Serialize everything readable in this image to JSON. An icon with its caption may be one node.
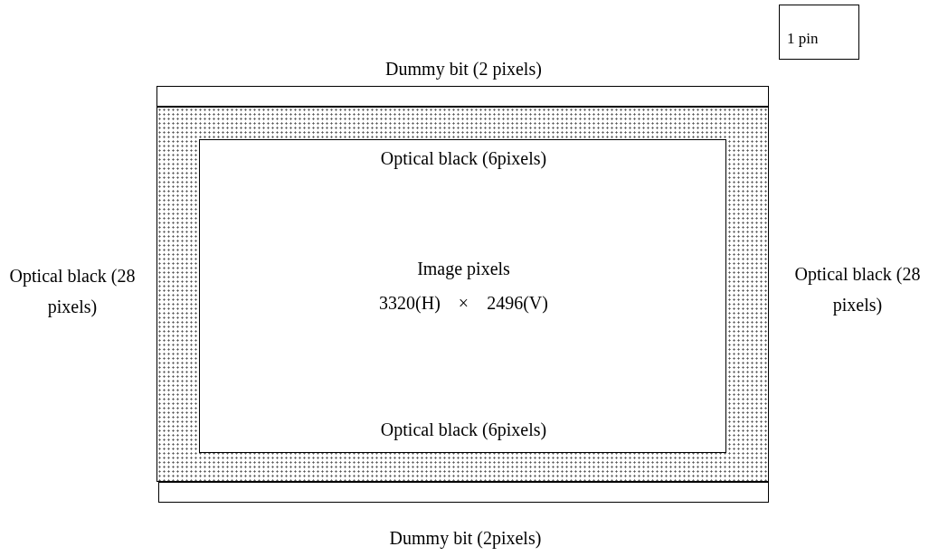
{
  "diagram": {
    "nodes": [
      {
        "text": [
          "1 pin"
        ]
      },
      {
        "text": [
          "Dummy bit (2 pixels)"
        ]
      },
      {
        "text": [],
        "shape": "box",
        "beside": [
          "Optical black (28 pixels)",
          "Optical black (28 pixels)"
        ]
      },
      {
        "text": [
          "Optical black (6pixels)",
          "Image pixels",
          "3320(H)    ×    2496(V)",
          "Optical black (6pixels)"
        ],
        "in": 2
      },
      {
        "text": [
          "Dummy bit (2pixels)"
        ]
      }
    ]
  }
}
